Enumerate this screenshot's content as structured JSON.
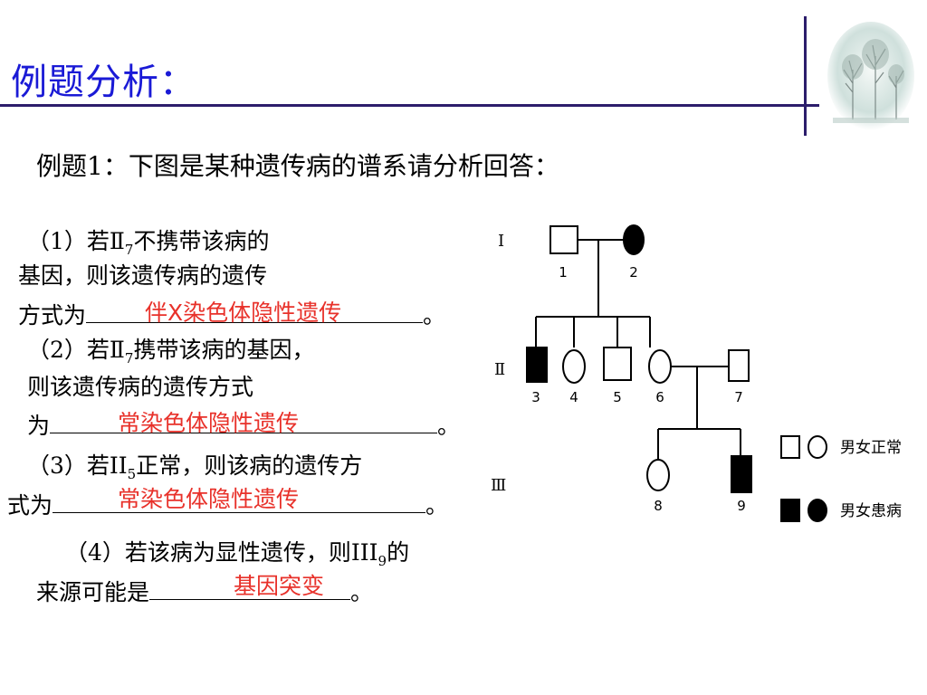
{
  "slide": {
    "title": "例题分析：",
    "question": "例题1：下图是某种遗传病的谱系请分析回答：",
    "q1": {
      "line1_a": "（1）若Ⅱ",
      "line1_sub": "7",
      "line1_b": "不携带该病的",
      "line2": "基因，则该遗传病的遗传",
      "line3_prefix": "方式为",
      "line3_suffix": "。",
      "answer": "伴X染色体隐性遗传"
    },
    "q2": {
      "line1_a": "（2）若Ⅱ",
      "line1_sub": "7",
      "line1_b": "携带该病的基因，",
      "line2": "则该遗传病的遗传方式",
      "line3_prefix": "为",
      "line3_suffix": "。",
      "answer": "常染色体隐性遗传"
    },
    "q3": {
      "line1_a": "（3）若II",
      "line1_sub": "5",
      "line1_b": "正常，则该病的遗传方",
      "line2_prefix": "式为",
      "line2_suffix": "。",
      "answer": "常染色体隐性遗传"
    },
    "q4": {
      "line1_a": "（4）若该病为显性遗传，则III",
      "line1_sub": "9",
      "line1_b": "的",
      "line2_prefix": "来源可能是",
      "line2_suffix": "。",
      "answer": "基因突变"
    }
  },
  "pedigree": {
    "generations": [
      "Ⅰ",
      "Ⅱ",
      "Ⅲ"
    ],
    "individuals": [
      "1",
      "2",
      "3",
      "4",
      "5",
      "6",
      "7",
      "8",
      "9"
    ],
    "legend": {
      "normal": "男女正常",
      "affected": "男女患病"
    }
  },
  "colors": {
    "title": "#1a1ad6",
    "answer": "#e8312a",
    "rule": "#2c1d6b"
  }
}
